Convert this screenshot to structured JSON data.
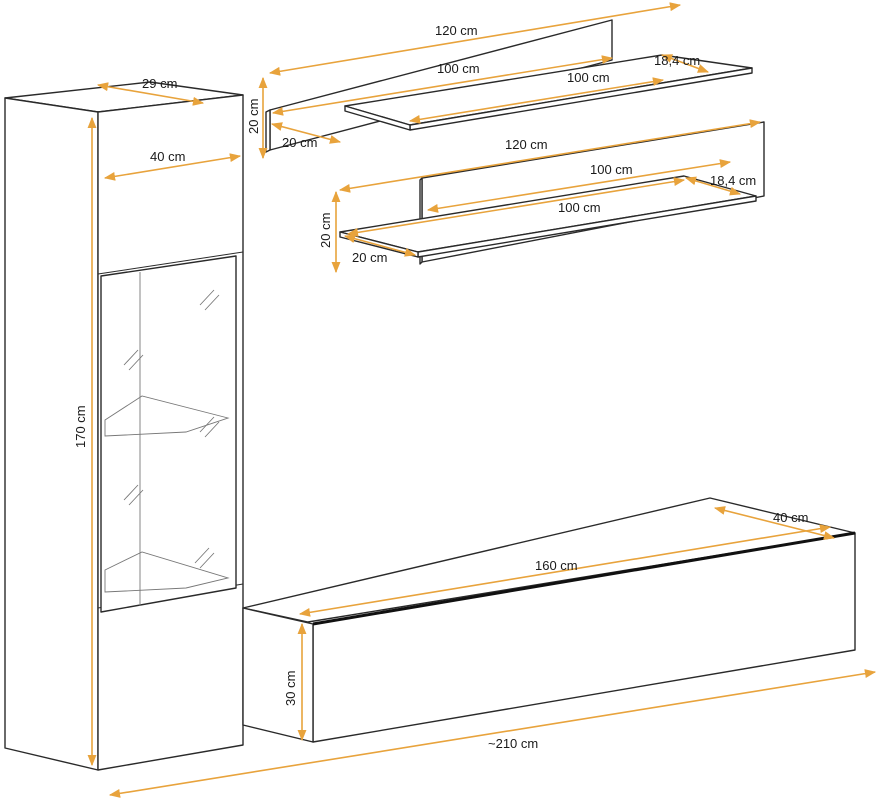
{
  "colors": {
    "dimension_line": "#E8A33C",
    "outline": "#2a2a2a"
  },
  "dimensions": {
    "cabinet_depth": "29 cm",
    "cabinet_width": "40 cm",
    "cabinet_height": "170 cm",
    "top_panel_width": "120 cm",
    "top_panel_height": "20 cm",
    "top_panel_depth": "20 cm",
    "top_shelf_width_back": "100 cm",
    "top_shelf_width_front": "100 cm",
    "top_shelf_depth": "18,4 cm",
    "mid_panel_width": "120 cm",
    "mid_panel_height": "20 cm",
    "mid_panel_depth": "20 cm",
    "mid_shelf_width_back": "100 cm",
    "mid_shelf_width_front": "100 cm",
    "mid_shelf_depth": "18,4 cm",
    "tv_unit_width": "160 cm",
    "tv_unit_depth": "40 cm",
    "tv_unit_height": "30 cm",
    "total_width": "~210 cm"
  }
}
